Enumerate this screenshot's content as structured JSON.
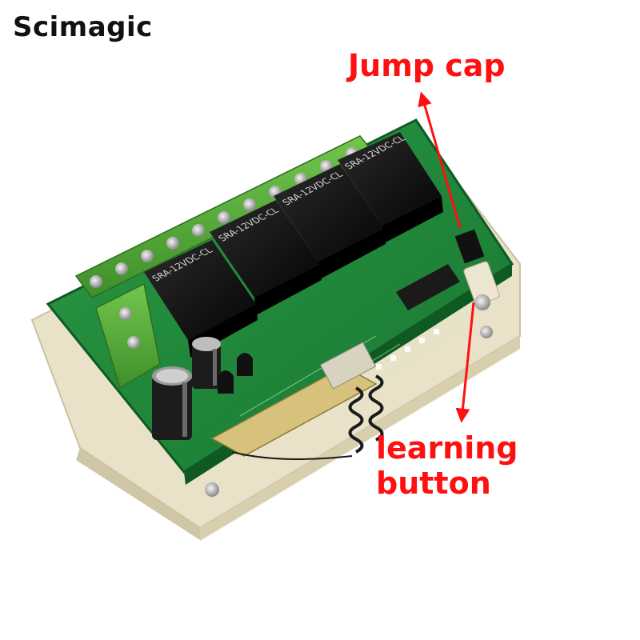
{
  "brand": {
    "name": "Scimagic"
  },
  "annotations": {
    "jump_cap": "Jump cap",
    "learning_button": "learning button"
  },
  "relays": [
    {
      "model": "SRA-12VDC-CL"
    },
    {
      "model": "SRA-12VDC-CL"
    },
    {
      "model": "SRA-12VDC-CL"
    },
    {
      "model": "SRA-12VDC-CL"
    }
  ],
  "colors": {
    "pcb": "#1f8a3a",
    "relay": "#141414",
    "terminal": "#5fb53f",
    "annotation": "#ff1010",
    "base": "#e9e2c8"
  }
}
